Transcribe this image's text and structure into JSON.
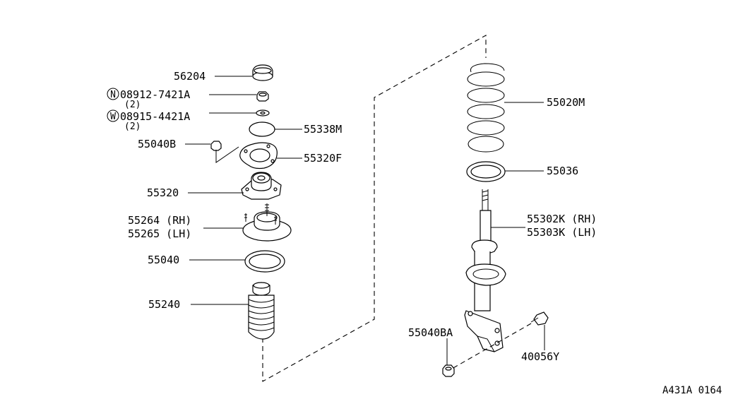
{
  "labels": {
    "p56204": "56204",
    "p08912": "08912-7421A",
    "p08912_qty": "(2)",
    "p08912_badge": "N",
    "p08915": "08915-4421A",
    "p08915_qty": "(2)",
    "p08915_badge": "W",
    "p55338M": "55338M",
    "p55040B": "55040B",
    "p55320F": "55320F",
    "p55320": "55320",
    "p55264": "55264 (RH)",
    "p55265": "55265 (LH)",
    "p55040": "55040",
    "p55240": "55240",
    "p55020M": "55020M",
    "p55036": "55036",
    "p55302K": "55302K (RH)",
    "p55303K": "55303K (LH)",
    "p55040BA": "55040BA",
    "p40056Y": "40056Y"
  },
  "caption": "A431A 0164"
}
